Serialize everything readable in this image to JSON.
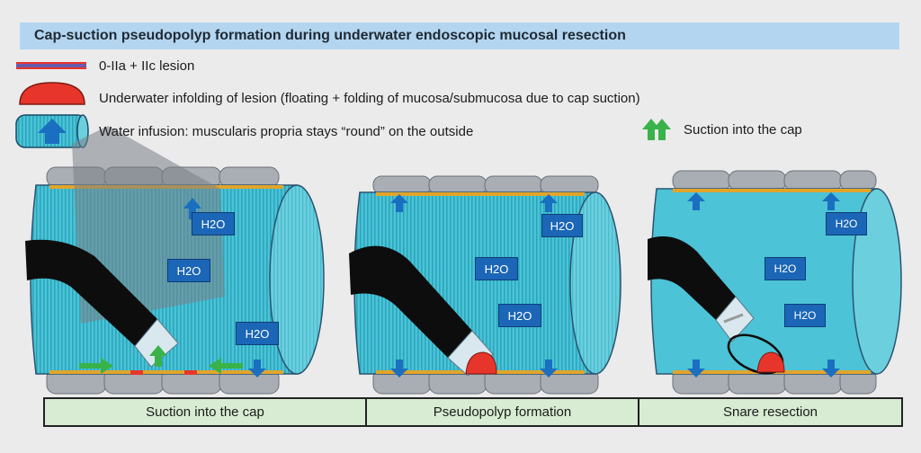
{
  "title": "Cap-suction pseudopolyp formation during underwater endoscopic mucosal resection",
  "legend": {
    "lesion": "0-IIa + IIc lesion",
    "infolding": "Underwater infolding of lesion (floating + folding of mucosa/submucosa due to cap suction)",
    "water_infusion": "Water infusion: muscularis propria stays “round” on the outside",
    "suction": "Suction into the cap"
  },
  "panels": [
    {
      "caption": "Suction into the cap",
      "h2o_labels": [
        "H2O",
        "H2O",
        "H2O"
      ]
    },
    {
      "caption": "Pseudopolyp formation",
      "h2o_labels": [
        "H2O",
        "H2O",
        "H2O"
      ]
    },
    {
      "caption": "Snare resection",
      "h2o_labels": [
        "H2O",
        "H2O",
        "H2O"
      ]
    }
  ],
  "colors": {
    "title_bg": "#b4d5ef",
    "water": "#4cc3d6",
    "mucosa_line": "#e2a52a",
    "lesion": "#e8352b",
    "arrow_blue": "#1a6fc0",
    "arrow_green": "#3ab24a",
    "caption_bg": "#d7ecd2"
  }
}
